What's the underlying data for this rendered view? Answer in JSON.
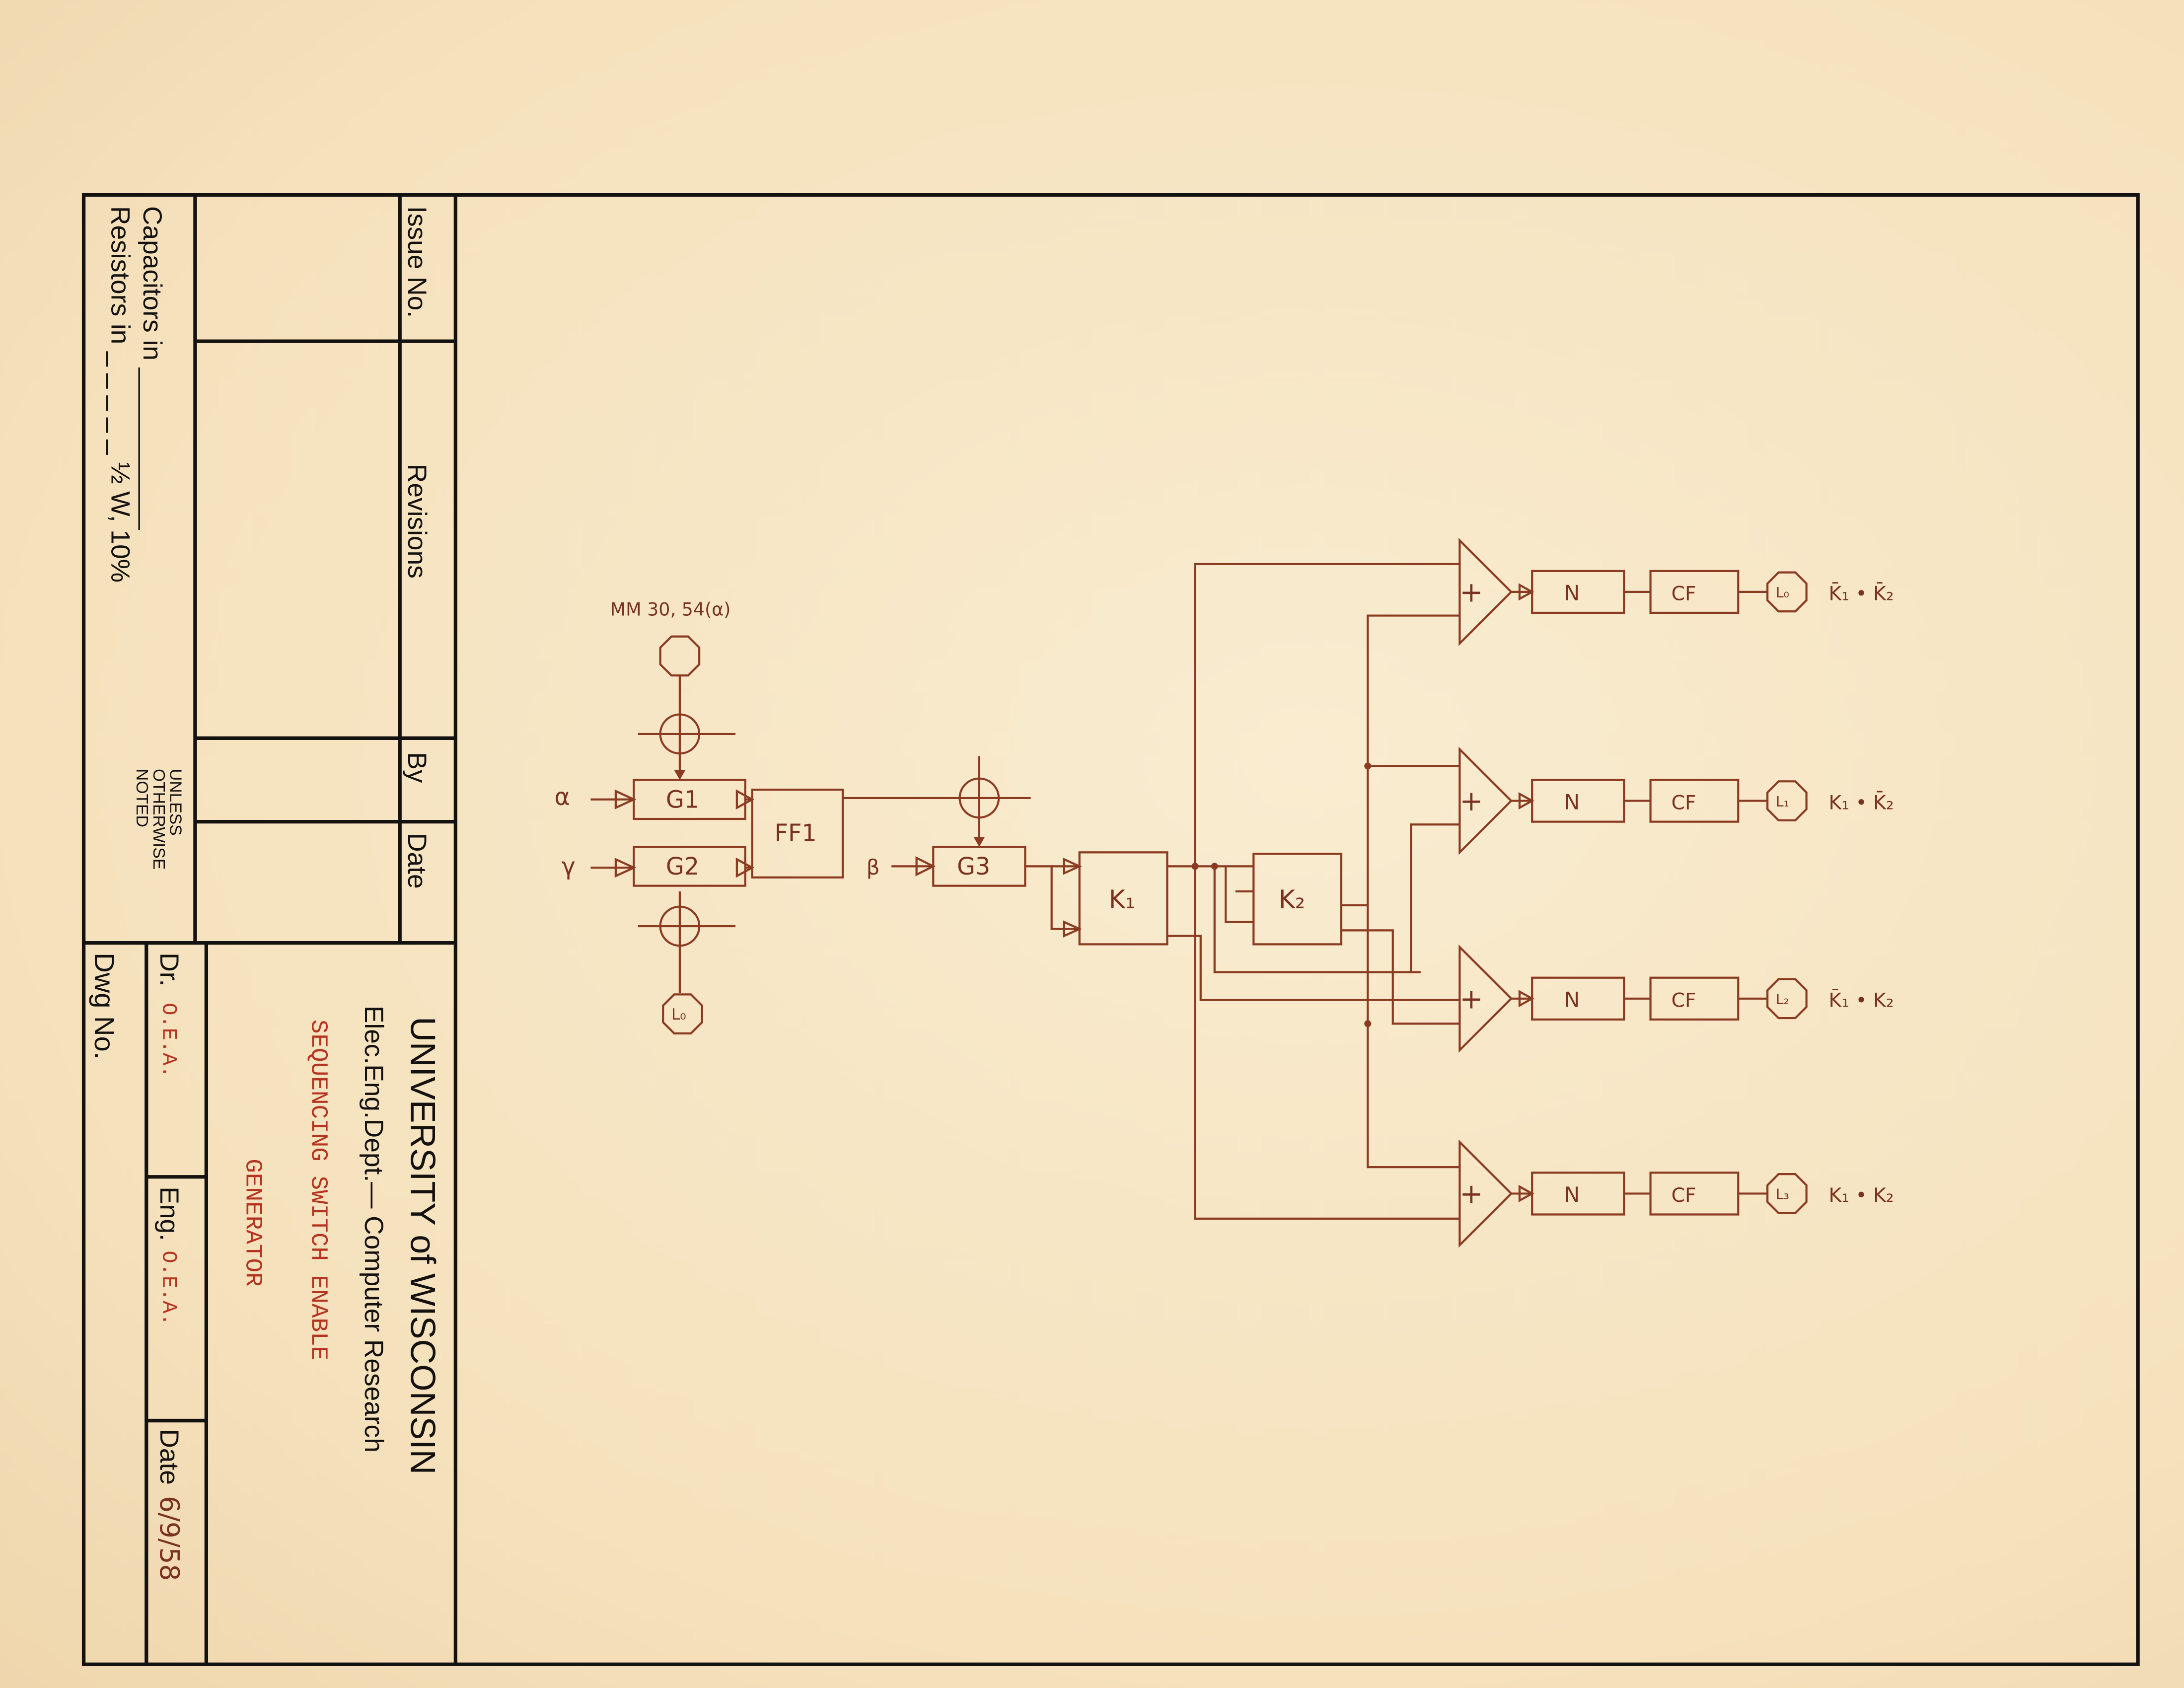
{
  "title_block": {
    "issue_no": "Issue No.",
    "revisions": "Revisions",
    "by": "By",
    "date_header": "Date",
    "capacitors": "Capacitors in ___________",
    "resistors": "Resistors in _ _ _ _ _ ½ W, 10%",
    "unless": "UNLESS",
    "otherwise": "OTHERWISE",
    "noted": "NOTED",
    "university": "UNIVERSITY of WISCONSIN",
    "department": "Elec.Eng.Dept.— Computer Research",
    "drawing_title_1": "SEQUENCING SWITCH ENABLE",
    "drawing_title_2": "GENERATOR",
    "dr_label": "Dr.",
    "dr_value": "O.E.A.",
    "eng_label": "Eng.",
    "eng_value": "O.E.A.",
    "date_label": "Date",
    "date_value": "6/9/58",
    "dwg_no": "Dwg No."
  },
  "diagram": {
    "reference": "MM 30, 54(α)",
    "inputs": {
      "alpha": "α",
      "gamma": "γ",
      "beta": "β"
    },
    "blocks": {
      "g1": "G1",
      "g2": "G2",
      "g3": "G3",
      "ff1": "FF1",
      "k1": "K₁",
      "k2": "K₂"
    },
    "l0_input": "L₀",
    "adder_symbol": "+",
    "outputs": [
      {
        "n": "N",
        "cf": "CF",
        "lamp": "L₀",
        "logic": "K̄₁ • K̄₂"
      },
      {
        "n": "N",
        "cf": "CF",
        "lamp": "L₁",
        "logic": "K₁ • K̄₂"
      },
      {
        "n": "N",
        "cf": "CF",
        "lamp": "L₂",
        "logic": "K̄₁ • K₂"
      },
      {
        "n": "N",
        "cf": "CF",
        "lamp": "L₃",
        "logic": "K₁ • K₂"
      }
    ]
  }
}
